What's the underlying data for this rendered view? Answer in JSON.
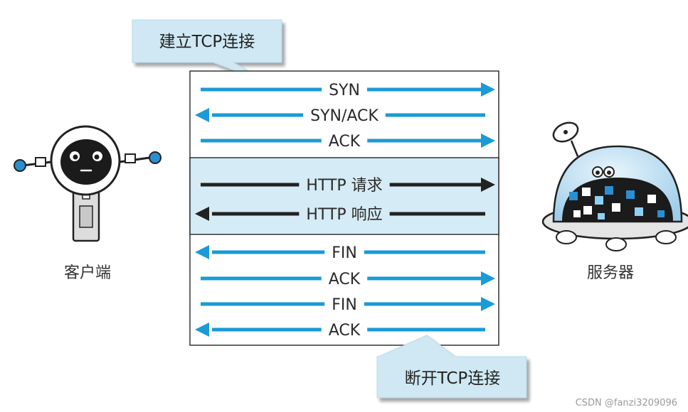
{
  "bubbles": {
    "establish": "建立TCP连接",
    "close": "断开TCP连接"
  },
  "client": {
    "label": "客户端"
  },
  "server": {
    "label": "服务器"
  },
  "handshake": [
    {
      "label": "SYN",
      "direction": "right"
    },
    {
      "label": "SYN/ACK",
      "direction": "left"
    },
    {
      "label": "ACK",
      "direction": "right"
    }
  ],
  "http": [
    {
      "label": "HTTP 请求",
      "direction": "right"
    },
    {
      "label": "HTTP 响应",
      "direction": "left"
    }
  ],
  "teardown": [
    {
      "label": "FIN",
      "direction": "left"
    },
    {
      "label": "ACK",
      "direction": "right"
    },
    {
      "label": "FIN",
      "direction": "right"
    },
    {
      "label": "ACK",
      "direction": "left"
    }
  ],
  "colors": {
    "blue_arrow": "#1a9ad6",
    "dark_arrow": "#222222",
    "bubble_fill": "#cfe8f3",
    "http_band": "#d5ebf5",
    "robot_accent": "#2a8fd0"
  },
  "watermark": "CSDN @fanzi3209096"
}
